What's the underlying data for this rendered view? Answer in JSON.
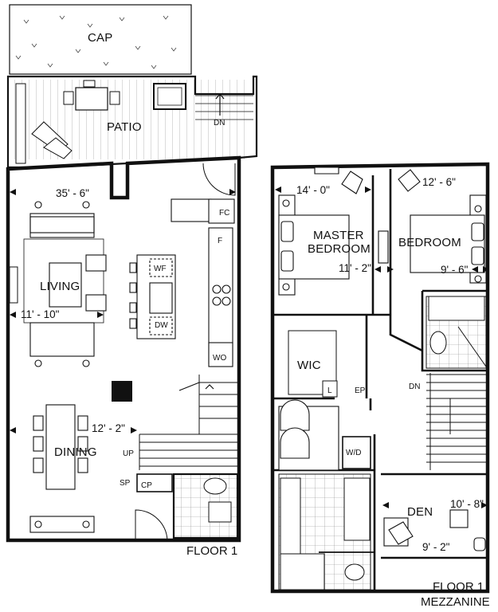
{
  "floor1": {
    "cap_label": "CAP",
    "patio_label": "PATIO",
    "stair_dn_label": "DN",
    "living_label": "LIVING",
    "dining_label": "DINING",
    "dim_overall_width": "35' - 6\"",
    "dim_living_depth": "11' - 10\"",
    "dim_dining_width": "12' - 2\"",
    "fc_label": "FC",
    "f_label": "F",
    "wf_label": "WF",
    "dw_label": "DW",
    "wo_label": "WO",
    "up_label": "UP",
    "sp_label": "SP",
    "cp_label": "CP",
    "caption": "FLOOR 1"
  },
  "mezzanine": {
    "master_label_line1": "MASTER",
    "master_label_line2": "BEDROOM",
    "bedroom_label": "BEDROOM",
    "wic_label": "WIC",
    "l_label": "L",
    "ep_label": "EP",
    "dn_label": "DN",
    "wd_label": "W/D",
    "den_label": "DEN",
    "dim_master_width": "14' - 0\"",
    "dim_master_depth": "11' - 2\"",
    "dim_bedroom_width": "12' - 6\"",
    "dim_bedroom_depth": "9' - 6\"",
    "dim_den_width": "10' - 8\"",
    "dim_den_depth": "9' - 2\"",
    "caption_line1": "FLOOR 1",
    "caption_line2": "MEZZANINE"
  }
}
